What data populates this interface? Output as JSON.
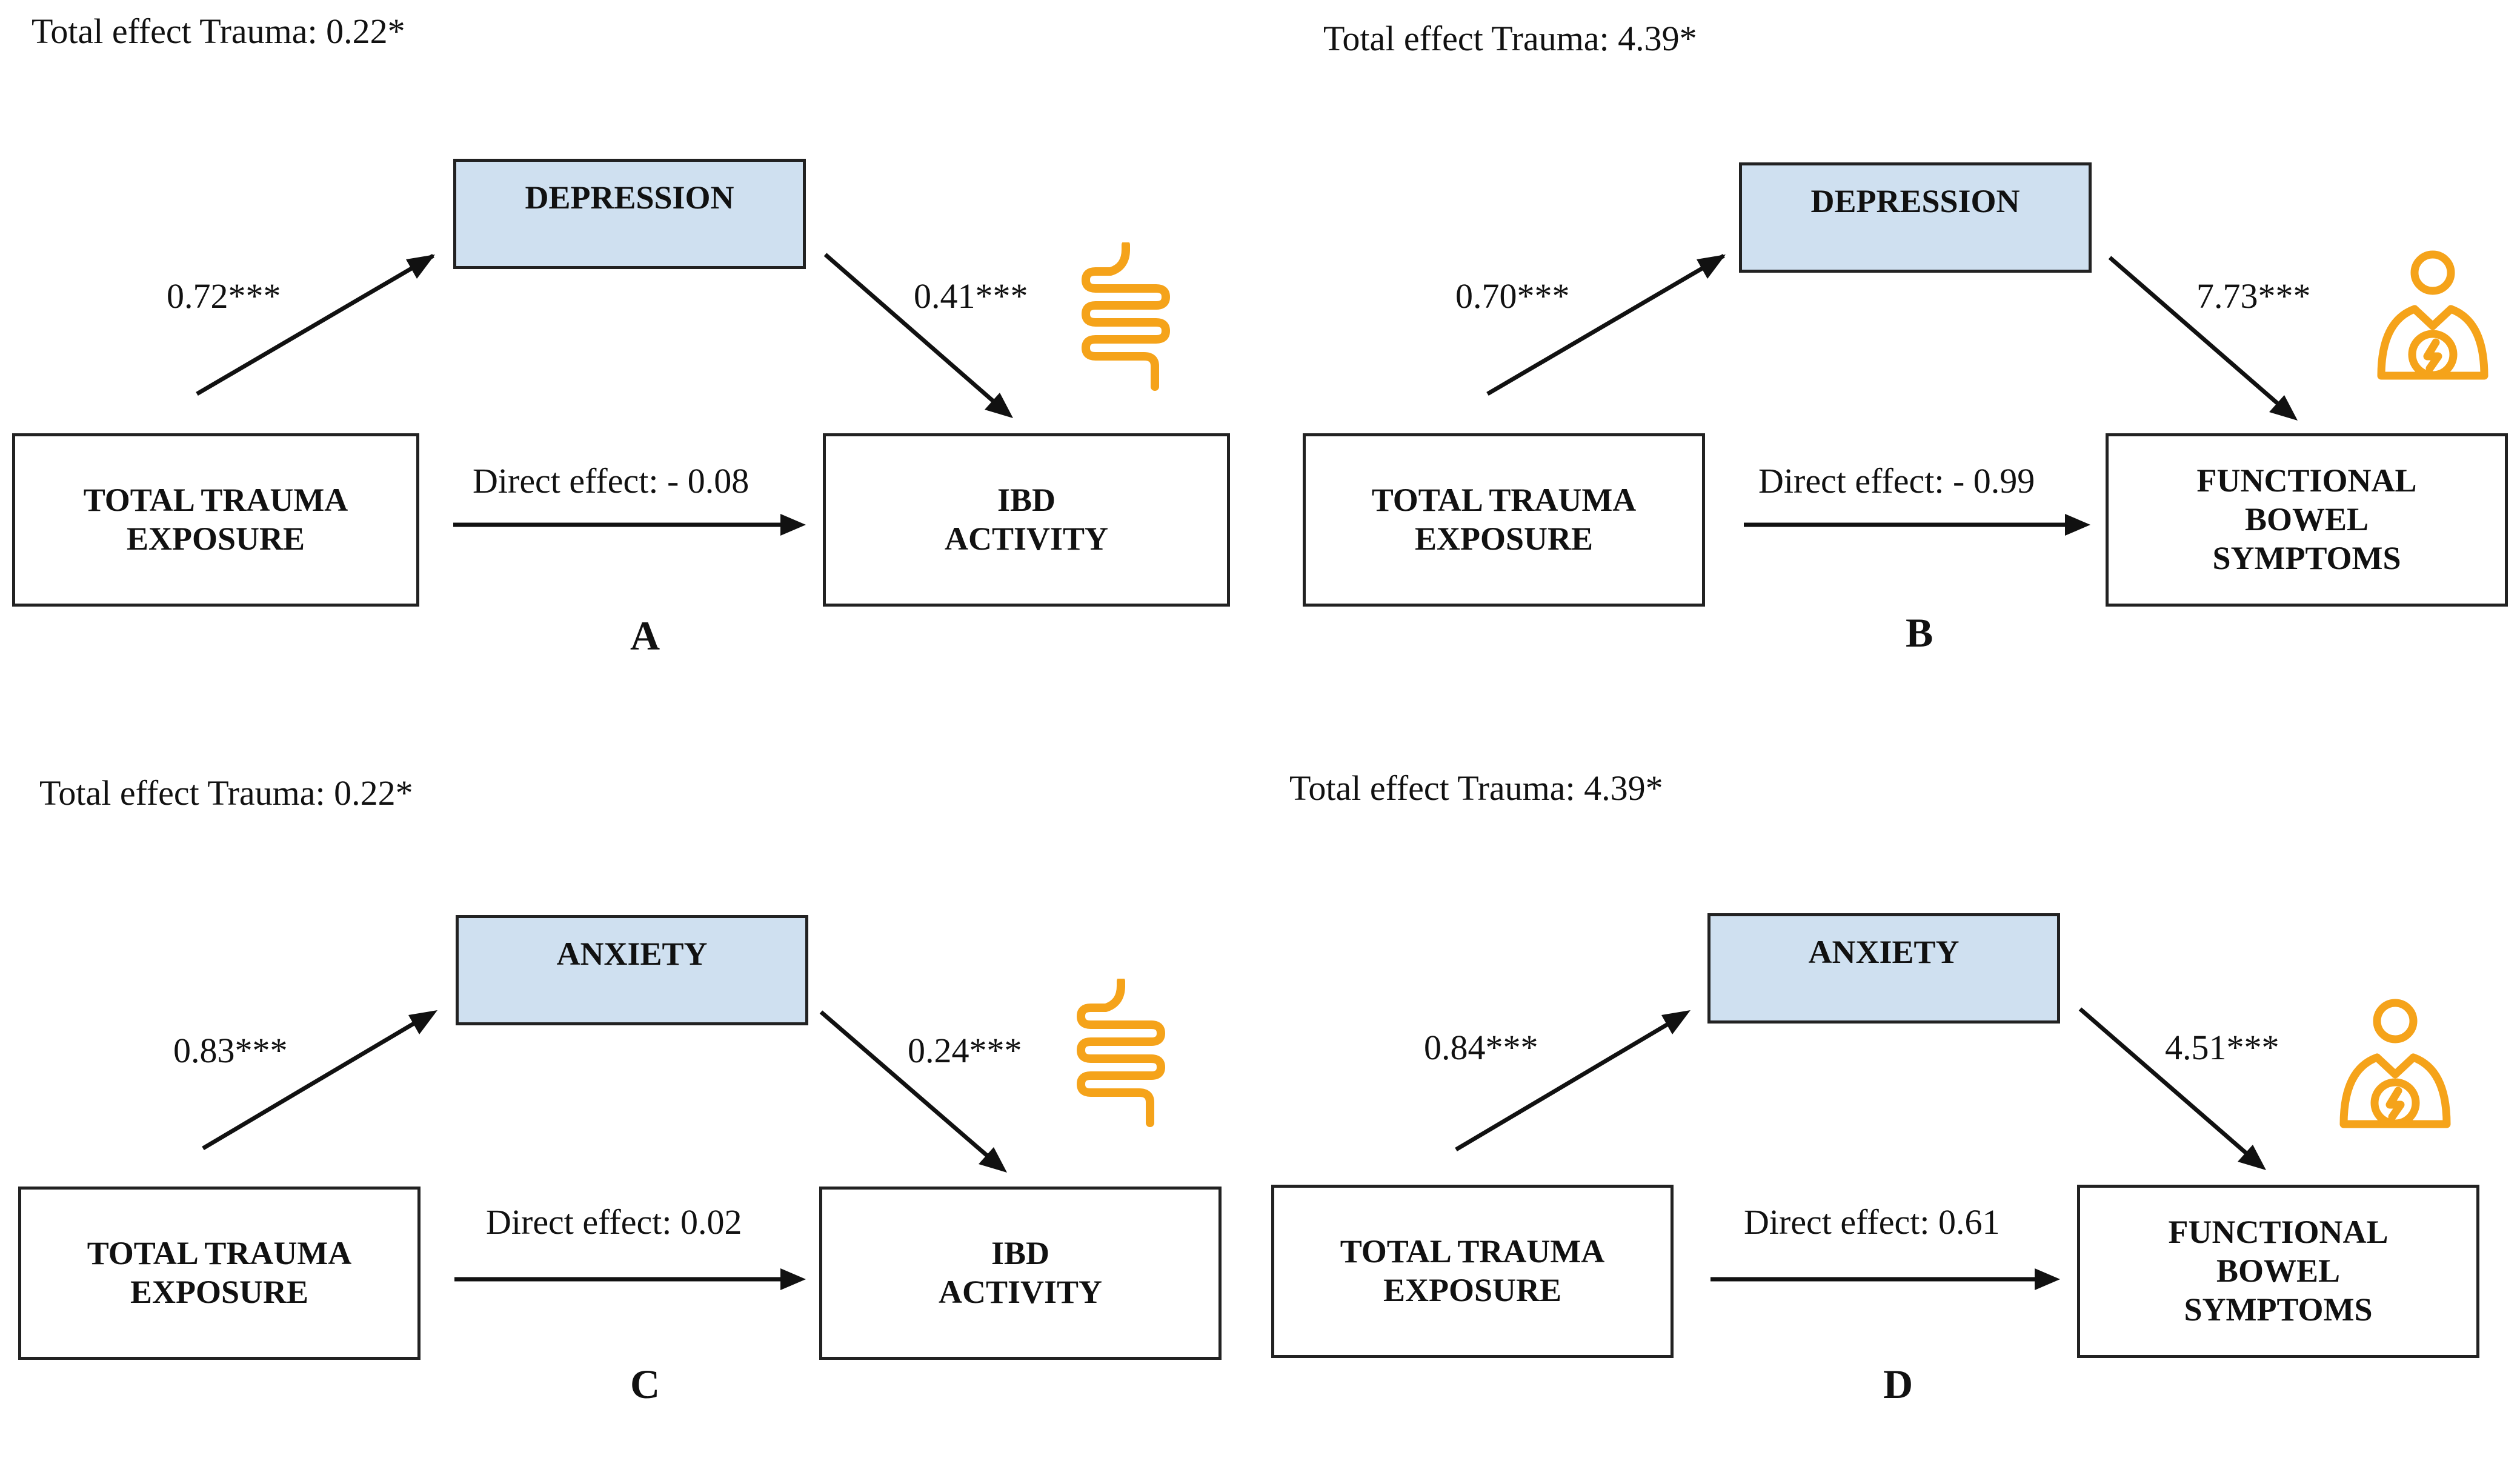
{
  "colors": {
    "mediator_fill": "#cfe0f0",
    "icon": "#f5a31a",
    "line": "#111111"
  },
  "panels": [
    {
      "letter": "A",
      "total_effect": "Total effect Trauma: 0.22*",
      "mediator": "DEPRESSION",
      "a_path": "0.72***",
      "b_path": "0.41***",
      "direct": "Direct effect: - 0.08",
      "predictor": [
        "TOTAL TRAUMA",
        "EXPOSURE"
      ],
      "outcome": [
        "IBD",
        "ACTIVITY"
      ],
      "icon": "intestine-icon"
    },
    {
      "letter": "B",
      "total_effect": "Total effect Trauma: 4.39*",
      "mediator": "DEPRESSION",
      "a_path": "0.70***",
      "b_path": "7.73***",
      "direct": "Direct effect: - 0.99",
      "predictor": [
        "TOTAL TRAUMA",
        "EXPOSURE"
      ],
      "outcome": [
        "FUNCTIONAL",
        "BOWEL",
        "SYMPTOMS"
      ],
      "icon": "abdominal-pain-person-icon"
    },
    {
      "letter": "C",
      "total_effect": "Total effect Trauma: 0.22*",
      "mediator": "ANXIETY",
      "a_path": "0.83***",
      "b_path": "0.24***",
      "direct": "Direct effect: 0.02",
      "predictor": [
        "TOTAL TRAUMA",
        "EXPOSURE"
      ],
      "outcome": [
        "IBD",
        "ACTIVITY"
      ],
      "icon": "intestine-icon"
    },
    {
      "letter": "D",
      "total_effect": "Total effect Trauma: 4.39*",
      "mediator": "ANXIETY",
      "a_path": "0.84***",
      "b_path": "4.51***",
      "direct": "Direct effect: 0.61",
      "predictor": [
        "TOTAL TRAUMA",
        "EXPOSURE"
      ],
      "outcome": [
        "FUNCTIONAL",
        "BOWEL",
        "SYMPTOMS"
      ],
      "icon": "abdominal-pain-person-icon"
    }
  ]
}
